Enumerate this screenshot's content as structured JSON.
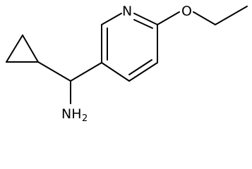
{
  "molecule": {
    "atoms": {
      "nitrogen_ring": "N",
      "oxygen": "O",
      "amine": {
        "main": "NH",
        "subscript": "2"
      }
    }
  }
}
